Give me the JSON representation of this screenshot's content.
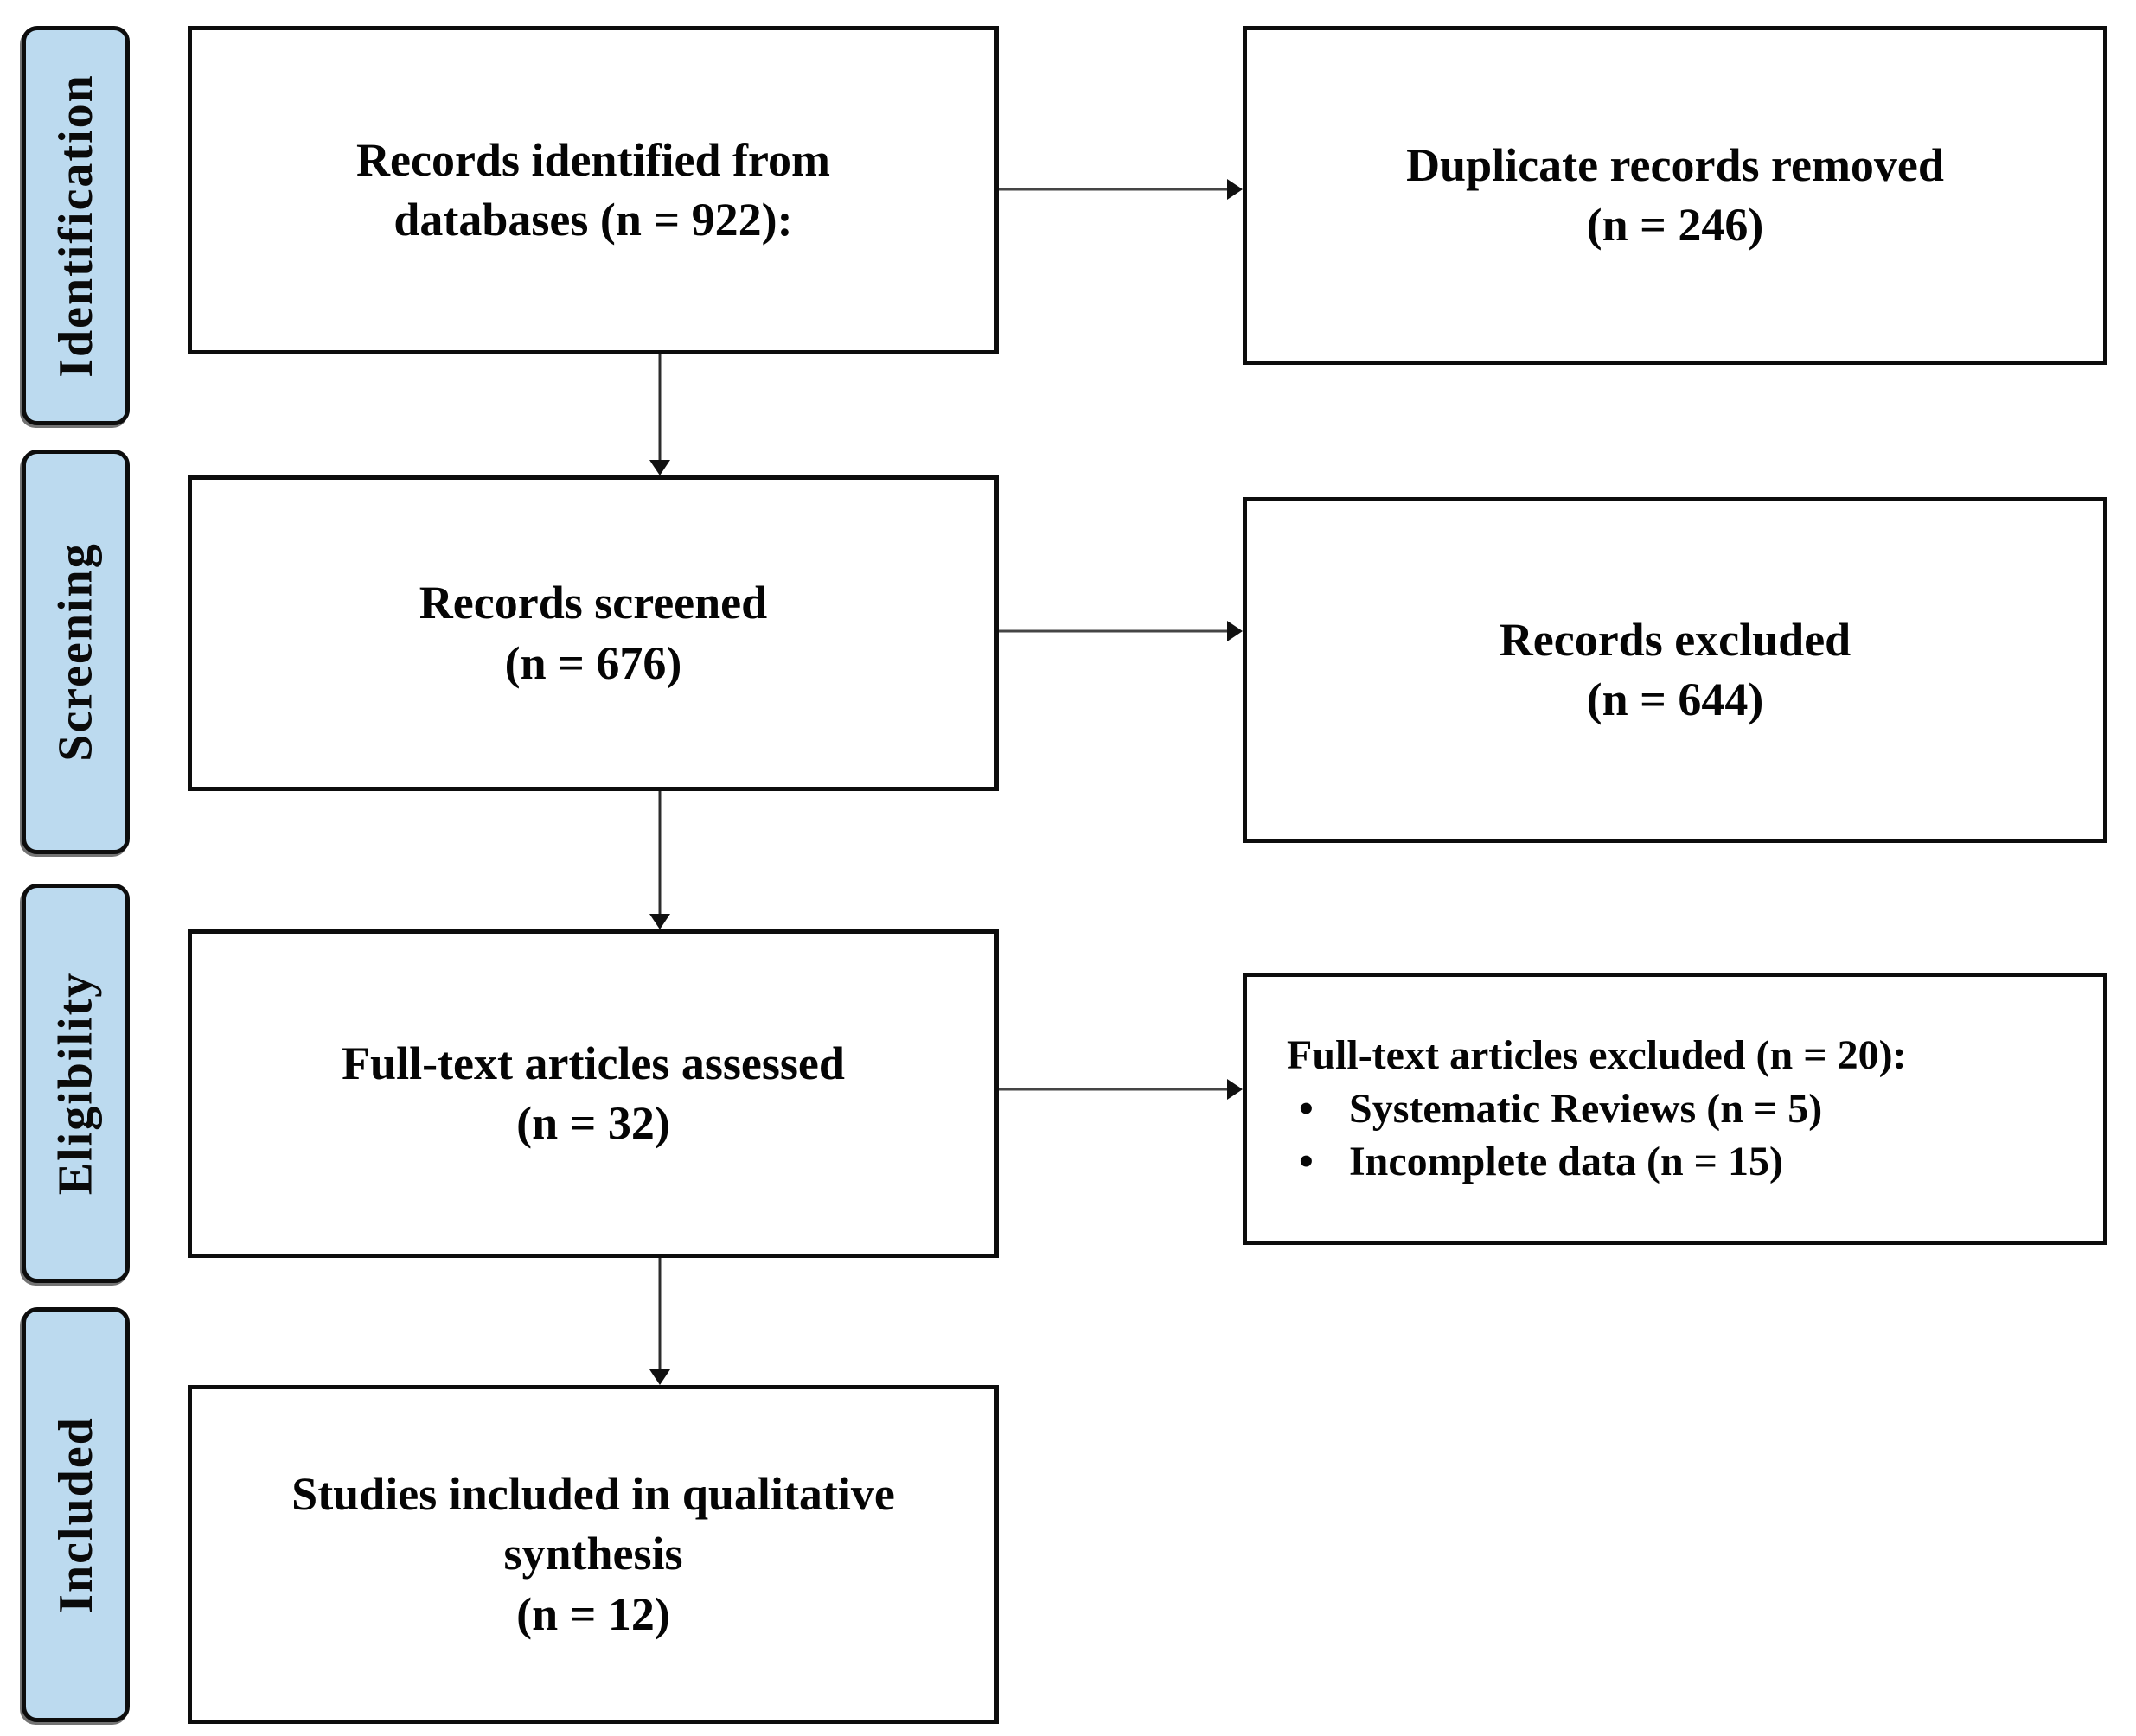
{
  "figure": {
    "type": "PRISMA flow diagram",
    "stages": [
      {
        "label": "Identification"
      },
      {
        "label": "Screening"
      },
      {
        "label": "Eligibility"
      },
      {
        "label": "Included"
      }
    ],
    "boxes": {
      "records_identified": {
        "lines": [
          "Records identified from",
          "databases (n = 922):"
        ]
      },
      "duplicates_removed": {
        "lines": [
          "Duplicate records removed",
          "(n = 246)"
        ]
      },
      "records_screened": {
        "lines": [
          "Records screened",
          "(n = 676)"
        ]
      },
      "records_excluded": {
        "lines": [
          "Records excluded",
          "(n = 644)"
        ]
      },
      "fulltext_assessed": {
        "lines": [
          "Full-text articles assessed",
          "(n = 32)"
        ]
      },
      "fulltext_excluded": {
        "title": "Full-text articles excluded (n = 20):",
        "bullet_char": "•",
        "bullets": [
          "Systematic Reviews (n = 5)",
          "Incomplete data (n = 15)"
        ]
      },
      "studies_included": {
        "lines": [
          "Studies included in qualitative",
          "synthesis",
          "(n = 12)"
        ]
      }
    },
    "counts": {
      "identified": 922,
      "duplicates_removed": 246,
      "screened": 676,
      "records_excluded": 644,
      "fulltext_assessed": 32,
      "fulltext_excluded": 20,
      "systematic_reviews": 5,
      "incomplete_data": 15,
      "included_qualitative_synthesis": 12
    },
    "colors": {
      "stage_fill": "#BCDAEF",
      "outline": "#0D0D0D",
      "box_fill": "#FFFFFF",
      "arrow_shaft": "#454545",
      "arrow_head": "#111111",
      "text": "#050505"
    }
  }
}
